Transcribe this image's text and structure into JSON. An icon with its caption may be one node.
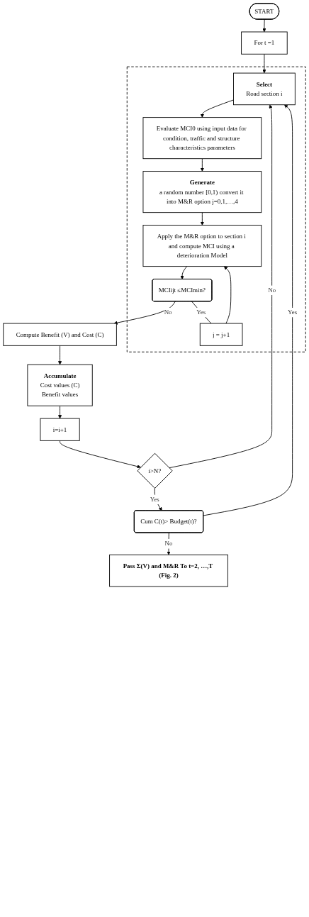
{
  "diagram": {
    "nodes": [
      {
        "text": [
          "START"
        ]
      },
      {
        "text": [
          "For t =1"
        ]
      },
      {
        "text": [],
        "shape": "box"
      },
      {
        "text": [
          "Select",
          "Road section i"
        ],
        "in": 2
      },
      {
        "text": [
          "Evaluate MCI0 using input data for condition, traffic and structure characteristics parameters"
        ],
        "in": 2
      },
      {
        "text": [
          "Generate",
          "a random number [0,1) convert it into M&R option j=0,1,…,4"
        ],
        "in": 2
      },
      {
        "text": [
          "Apply the M&R option to section i and compute MCI using a deterioration Model"
        ],
        "in": 2
      },
      {
        "text": [
          "MCIijt ≤MCImin?"
        ],
        "in": 2
      },
      {
        "text": [
          "j = j+1"
        ],
        "in": 2
      },
      {
        "text": [
          "Compute Benefit (V) and Cost (C)"
        ]
      },
      {
        "text": [
          "Accumulate",
          "Cost values (C)",
          "Benefit values"
        ]
      },
      {
        "text": [
          "i=i+1"
        ]
      },
      {
        "text": [
          "i>N?"
        ]
      },
      {
        "text": [
          "Cum C(t)> Budget(t)?"
        ]
      },
      {
        "text": [
          "Pass Σ(V) and M&R To t=2, …,T (Fig. 2)"
        ]
      }
    ],
    "edges": [
      {
        "from": 0,
        "to": 1,
        "arrow": "to"
      },
      {
        "from": 1,
        "to": 3,
        "arrow": "to"
      },
      {
        "from": 3,
        "to": 4,
        "arrow": "to"
      },
      {
        "from": 4,
        "to": 5,
        "arrow": "to"
      },
      {
        "from": 5,
        "to": 6,
        "arrow": "to"
      },
      {
        "from": 6,
        "to": 7,
        "arrow": "to"
      },
      {
        "from": 7,
        "to": 8,
        "label": "Yes",
        "arrow": "none"
      },
      {
        "from": 8,
        "to": 6,
        "arrow": "to"
      },
      {
        "from": 7,
        "to": 9,
        "label": "No",
        "arrow": "to"
      },
      {
        "from": 9,
        "to": 10,
        "arrow": "to"
      },
      {
        "from": 10,
        "to": 11,
        "arrow": "to"
      },
      {
        "from": 11,
        "to": 12,
        "arrow": "to"
      },
      {
        "from": 12,
        "to": 13,
        "label": "Yes",
        "arrow": "to"
      },
      {
        "from": 12,
        "to": 3,
        "label": "No",
        "arrow": "to"
      },
      {
        "from": 13,
        "to": 3,
        "label": "Yes",
        "arrow": "to"
      },
      {
        "from": 13,
        "to": 14,
        "label": "No",
        "arrow": "to"
      }
    ]
  }
}
